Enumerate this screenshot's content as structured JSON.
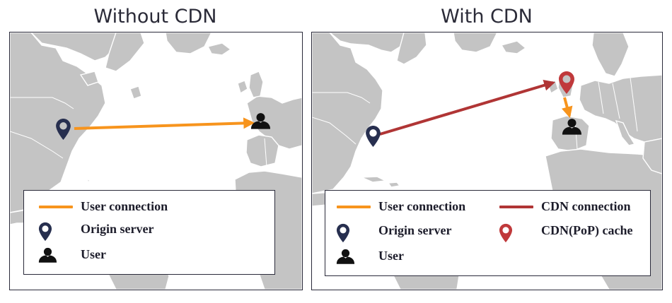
{
  "panels": {
    "left": {
      "title": "Without CDN"
    },
    "right": {
      "title": "With CDN"
    }
  },
  "legend": {
    "user_connection": "User connection",
    "cdn_connection": "CDN connection",
    "origin_server": "Origin server",
    "cdn_cache": "CDN(PoP) cache",
    "user": "User"
  },
  "icons": {
    "origin_server": "map-pin-icon",
    "cdn_cache": "map-pin-icon",
    "user": "user-silhouette-icon"
  },
  "colors": {
    "user_connection": "#f7941d",
    "cdn_connection": "#b03535",
    "origin_pin": "#272f4f",
    "cdn_pin": "#c0393b",
    "user_icon": "#111111",
    "land": "#c4c4c4",
    "border": "#ffffff",
    "water": "#ffffff"
  }
}
